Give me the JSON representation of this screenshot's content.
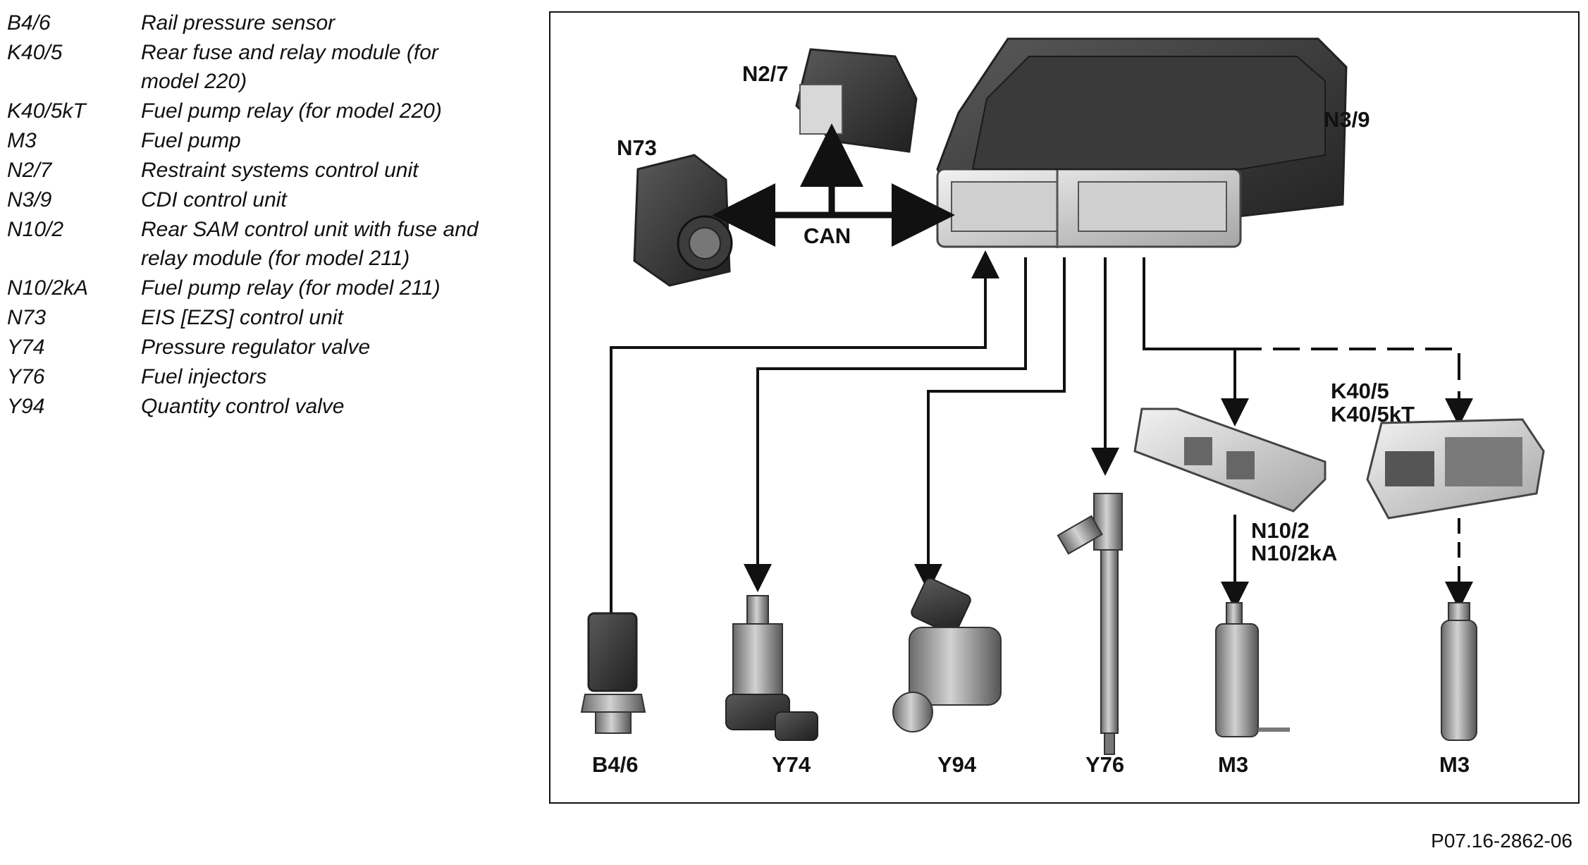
{
  "legend": [
    {
      "code": "B4/6",
      "desc": "Rail pressure sensor"
    },
    {
      "code": "K40/5",
      "desc": "Rear fuse and relay module (for model 220)"
    },
    {
      "code": "K40/5kT",
      "desc": "Fuel pump relay (for model 220)"
    },
    {
      "code": "M3",
      "desc": "Fuel pump"
    },
    {
      "code": "N2/7",
      "desc": "Restraint systems control unit"
    },
    {
      "code": "N3/9",
      "desc": "CDI control unit"
    },
    {
      "code": "N10/2",
      "desc": "Rear SAM control unit with fuse and relay module (for model 211)"
    },
    {
      "code": "N10/2kA",
      "desc": "Fuel pump relay (for model 211)"
    },
    {
      "code": "N73",
      "desc": "EIS [EZS] control unit"
    },
    {
      "code": "Y74",
      "desc": "Pressure regulator valve"
    },
    {
      "code": "Y76",
      "desc": "Fuel injectors"
    },
    {
      "code": "Y94",
      "desc": "Quantity control valve"
    }
  ],
  "diagram": {
    "labels": {
      "n27": "N2/7",
      "n73": "N73",
      "n39": "N3/9",
      "can": "CAN",
      "k405": "K40/5",
      "k405kt": "K40/5kT",
      "n102": "N10/2",
      "n102ka": "N10/2kA",
      "b46": "B4/6",
      "y74": "Y74",
      "y94": "Y94",
      "y76": "Y76",
      "m3_left": "M3",
      "m3_right": "M3"
    },
    "figure_ref": "P07.16-2862-06"
  }
}
